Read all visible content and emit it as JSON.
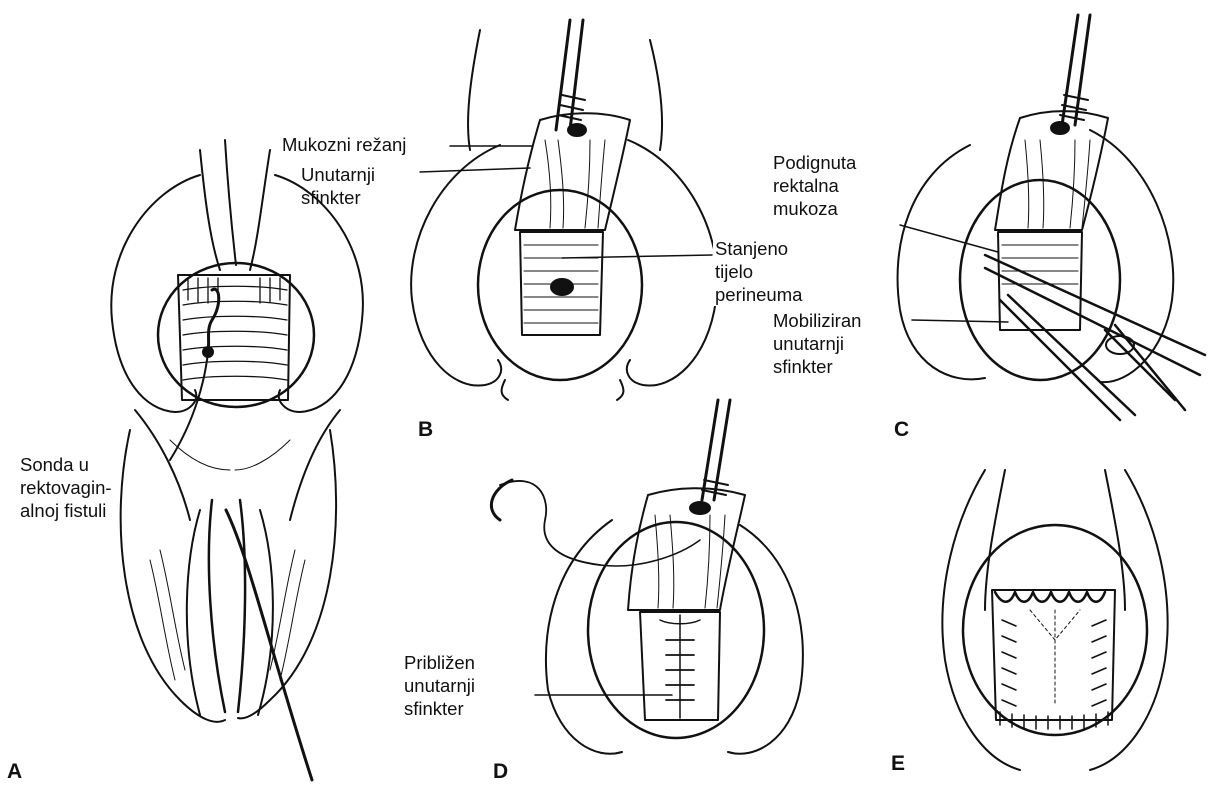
{
  "panels": {
    "a": {
      "letter": "A"
    },
    "b": {
      "letter": "B"
    },
    "c": {
      "letter": "C"
    },
    "d": {
      "letter": "D"
    },
    "e": {
      "letter": "E"
    }
  },
  "labels": {
    "probe": "Sonda u\nrektovagin-\nalnoj fistuli",
    "mucosal_flap": "Mukozni režanj",
    "internal_sphincter_b": "Unutarnji\nsfinkter",
    "thinned_perineum": "Stanjeno\ntijelo\nperineuma",
    "raised_mucosa": "Podignuta\nrektalna\nmukoza",
    "mobilized_sphincter": "Mobiliziran\nunutarnji\nsfinkter",
    "approximated_sphincter": "Približen\nunutarnji\nsfinkter"
  },
  "colors": {
    "ink": "#111111",
    "paper": "#ffffff"
  }
}
